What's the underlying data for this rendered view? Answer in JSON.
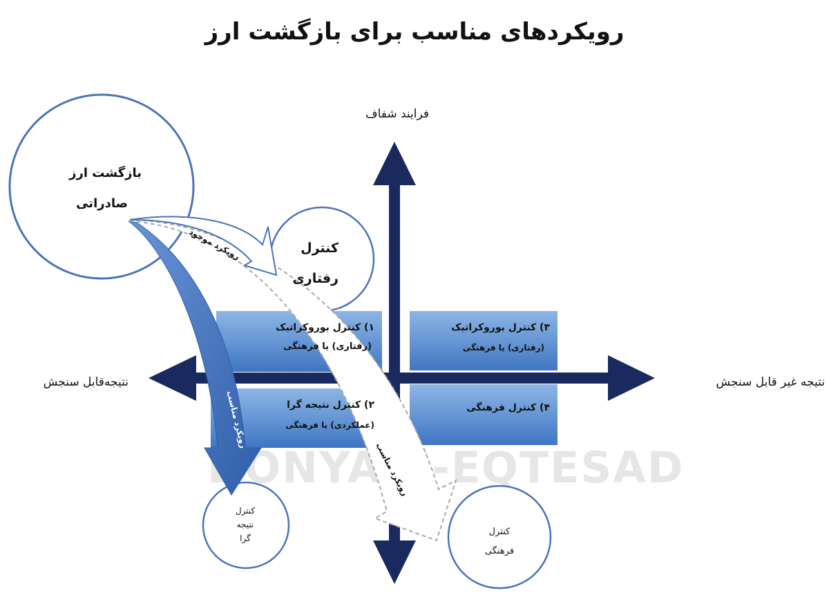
{
  "title": "رویکردهای مناسب برای بازگشت ارز",
  "axes": {
    "top": "فرایند شفاف",
    "left": "نتیجه‌قابل سنجش",
    "right": "نتیجه غیر قابل سنجش"
  },
  "circles": {
    "export_return": {
      "line1": "بازگشت ارز",
      "line2": "صادراتی"
    },
    "behavioral": {
      "line1": "کنترل",
      "line2": "رفتاری"
    },
    "result_oriented": {
      "line1": "کنترل",
      "line2": "نتیجه",
      "line3": "گرا"
    },
    "cultural": {
      "line1": "کنترل",
      "line2": "فرهنگی"
    }
  },
  "quadrants": {
    "q1": {
      "line1": "۱) کنترل بوروکراتیک",
      "line2": "(رفتاری) یا فرهنگی"
    },
    "q2": {
      "line1": "۲) کنترل نتیجه گرا",
      "line2": "(عملکردی) یا فرهنگی"
    },
    "q3": {
      "line1": "۳) کنترل بوروکراتیک",
      "line2": "(رفتاری) یا فرهنگی"
    },
    "q4": {
      "line1": "۴) کنترل فرهنگی"
    }
  },
  "arrows": {
    "current": "رویکرد موجود",
    "appropriate_blue": "رویکرد مناسب",
    "appropriate_white": "رویکرد مناسب"
  },
  "watermark": "DONYA-E-EQTESAD",
  "colors": {
    "axis": "#1b2a5e",
    "circle_stroke": "#4a73b8",
    "box_fill": "#5a8fd0",
    "arrow_blue": "#3d6db5"
  }
}
